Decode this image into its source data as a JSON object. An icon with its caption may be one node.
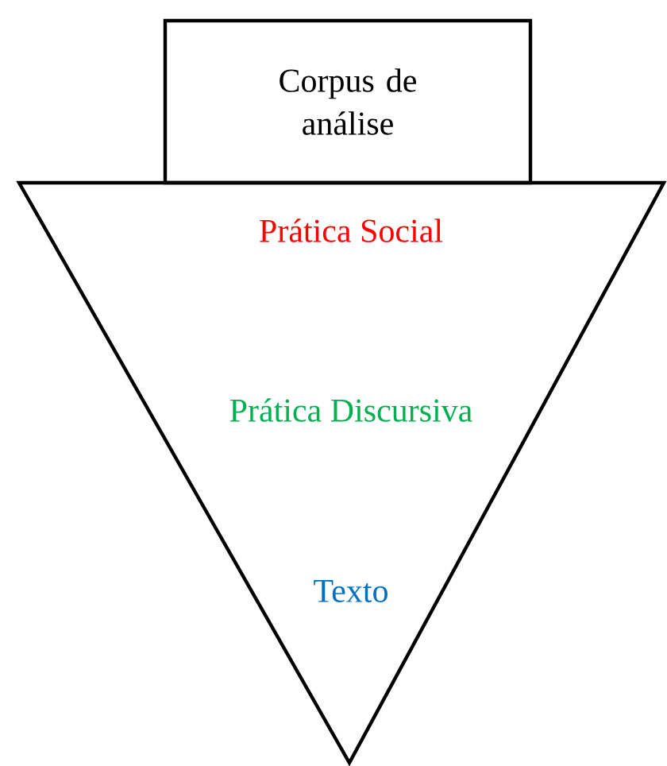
{
  "diagram": {
    "nodes": [
      {
        "text": [
          "Corpus de análise"
        ]
      },
      {
        "text": [
          "Prática Social",
          "Prática Discursiva",
          "Texto"
        ]
      }
    ]
  }
}
